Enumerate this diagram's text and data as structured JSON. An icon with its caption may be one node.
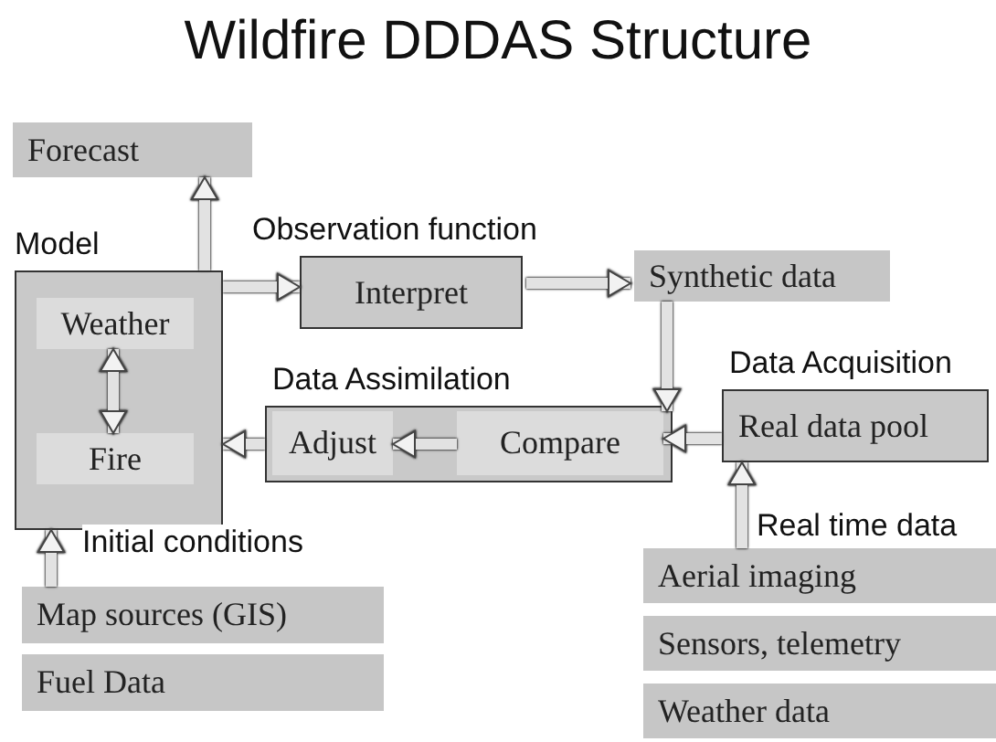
{
  "diagram": {
    "title": "Wildfire DDDAS Structure",
    "nodes": [
      {
        "text": [
          "Forecast"
        ]
      },
      {
        "text": [
          "Model"
        ]
      },
      {
        "text": [
          "Weather"
        ],
        "in": 1
      },
      {
        "text": [
          "Fire"
        ],
        "in": 1
      },
      {
        "text": [
          "Observation function",
          "Interpret"
        ]
      },
      {
        "text": [
          "Synthetic data"
        ]
      },
      {
        "text": [
          "Data Assimilation"
        ]
      },
      {
        "text": [
          "Adjust"
        ],
        "in": 6
      },
      {
        "text": [
          "Compare"
        ],
        "in": 6
      },
      {
        "text": [
          "Data Acquisition",
          "Real data pool"
        ]
      },
      {
        "text": [
          "Aerial imaging"
        ]
      },
      {
        "text": [
          "Sensors, telemetry"
        ]
      },
      {
        "text": [
          "Weather data"
        ]
      },
      {
        "text": [
          "Map sources (GIS)"
        ]
      },
      {
        "text": [
          "Fuel Data"
        ]
      }
    ],
    "edges": [
      {
        "from": 1,
        "to": 0,
        "arrow": "to"
      },
      {
        "from": 1,
        "to": 4,
        "arrow": "to"
      },
      {
        "from": 4,
        "to": 5,
        "arrow": "to"
      },
      {
        "from": 5,
        "to": 8,
        "arrow": "to"
      },
      {
        "from": 9,
        "to": 8,
        "arrow": "to"
      },
      {
        "from": 8,
        "to": 7,
        "arrow": "to"
      },
      {
        "from": 6,
        "to": 1,
        "arrow": "to"
      },
      {
        "from": 2,
        "to": 3,
        "arrow": "both"
      },
      {
        "from": 13,
        "to": 1,
        "arrow": "to",
        "label": "Initial conditions"
      },
      {
        "from": 10,
        "to": 9,
        "arrow": "to",
        "label": "Real time data"
      }
    ]
  }
}
